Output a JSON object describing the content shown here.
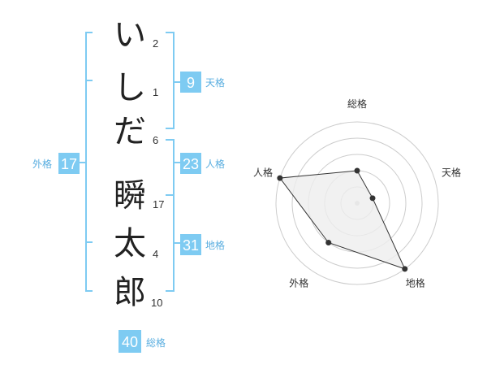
{
  "name": {
    "chars": [
      {
        "char": "い",
        "strokes": "2"
      },
      {
        "char": "し",
        "strokes": "1"
      },
      {
        "char": "だ",
        "strokes": "6"
      },
      {
        "char": "瞬",
        "strokes": "17"
      },
      {
        "char": "太",
        "strokes": "4"
      },
      {
        "char": "郎",
        "strokes": "10"
      }
    ]
  },
  "fortunes": {
    "tenkaku": {
      "value": "9",
      "label": "天格"
    },
    "jinkaku": {
      "value": "23",
      "label": "人格"
    },
    "chikaku": {
      "value": "31",
      "label": "地格"
    },
    "gaikaku": {
      "value": "17",
      "label": "外格"
    },
    "soukaku": {
      "value": "40",
      "label": "総格"
    }
  },
  "colors": {
    "accent": "#7ecbf2",
    "accent_text": "#5aaee0",
    "grid": "#cccccc",
    "polygon_fill": "#eeeeee",
    "polygon_stroke": "#333333"
  },
  "chart_data": {
    "type": "radar",
    "axes": [
      "総格",
      "天格",
      "地格",
      "外格",
      "人格"
    ],
    "values": [
      2,
      1,
      5,
      3,
      5
    ],
    "max": 5
  }
}
